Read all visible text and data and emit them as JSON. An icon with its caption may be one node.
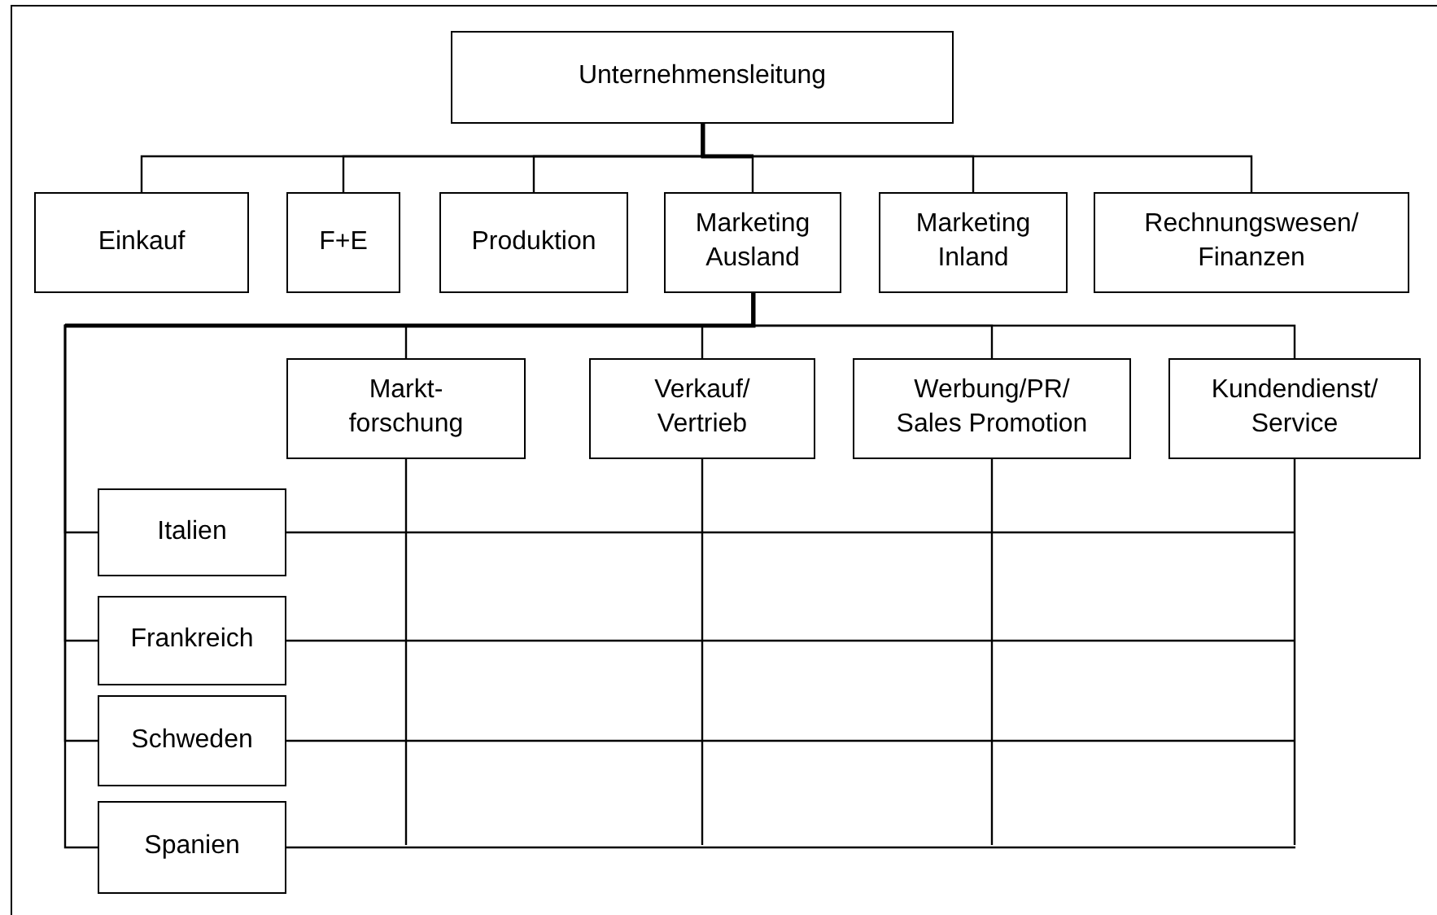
{
  "diagram": {
    "nodes": [
      {
        "text": [
          "Unternehmensleitung"
        ]
      },
      {
        "text": [
          "Einkauf"
        ]
      },
      {
        "text": [
          "F+E"
        ]
      },
      {
        "text": [
          "Produktion"
        ]
      },
      {
        "text": [
          "Marketing Ausland"
        ]
      },
      {
        "text": [
          "Marketing Inland"
        ]
      },
      {
        "text": [
          "Rechnungswesen/ Finanzen"
        ]
      },
      {
        "text": [
          "Markt- forschung"
        ]
      },
      {
        "text": [
          "Verkauf/ Vertrieb"
        ]
      },
      {
        "text": [
          "Werbung/PR/ Sales Promotion"
        ]
      },
      {
        "text": [
          "Kundendienst/ Service"
        ]
      },
      {
        "text": [
          "Italien"
        ]
      },
      {
        "text": [
          "Frankreich"
        ]
      },
      {
        "text": [
          "Schweden"
        ]
      },
      {
        "text": [
          "Spanien"
        ]
      }
    ],
    "edges": [
      {
        "from": 0,
        "to": 1,
        "arrow": "none"
      },
      {
        "from": 0,
        "to": 2,
        "arrow": "none"
      },
      {
        "from": 0,
        "to": 3,
        "arrow": "none"
      },
      {
        "from": 0,
        "to": 4,
        "arrow": "none"
      },
      {
        "from": 0,
        "to": 5,
        "arrow": "none"
      },
      {
        "from": 0,
        "to": 6,
        "arrow": "none"
      },
      {
        "from": 4,
        "to": 7,
        "arrow": "none"
      },
      {
        "from": 4,
        "to": 8,
        "arrow": "none"
      },
      {
        "from": 4,
        "to": 9,
        "arrow": "none"
      },
      {
        "from": 4,
        "to": 10,
        "arrow": "none"
      },
      {
        "from": 4,
        "to": 11,
        "arrow": "none"
      },
      {
        "from": 4,
        "to": 12,
        "arrow": "none"
      },
      {
        "from": 4,
        "to": 13,
        "arrow": "none"
      },
      {
        "from": 4,
        "to": 14,
        "arrow": "none"
      },
      {
        "from": 7,
        "to": null,
        "arrow": "none"
      },
      {
        "from": 8,
        "to": null,
        "arrow": "none"
      },
      {
        "from": 9,
        "to": null,
        "arrow": "none"
      },
      {
        "from": 10,
        "to": null,
        "arrow": "none"
      },
      {
        "from": 11,
        "to": null,
        "arrow": "none"
      },
      {
        "from": 12,
        "to": null,
        "arrow": "none"
      },
      {
        "from": 13,
        "to": null,
        "arrow": "none"
      },
      {
        "from": 14,
        "to": null,
        "arrow": "none"
      }
    ]
  }
}
